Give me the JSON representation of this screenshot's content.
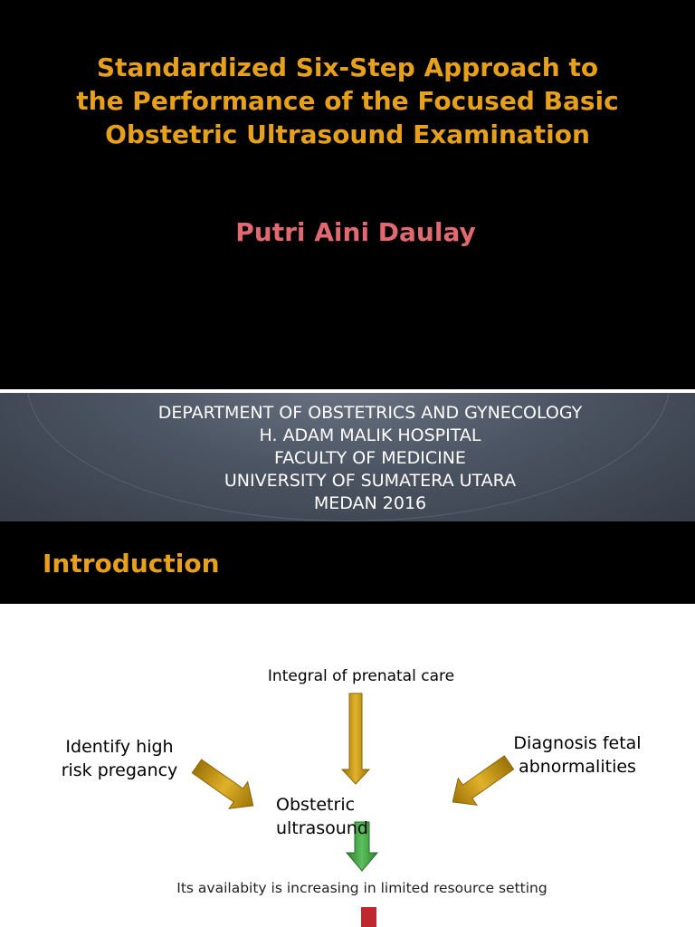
{
  "slide1": {
    "title": "Standardized Six-Step Approach to\nthe Performance of the Focused Basic\nObstetric Ultrasound Examination",
    "author": "Putri Aini Daulay",
    "department_lines": [
      "DEPARTMENT OF OBSTETRICS AND GYNECOLOGY",
      "H. ADAM MALIK HOSPITAL",
      "FACULTY OF MEDICINE",
      "UNIVERSITY OF SUMATERA UTARA",
      "MEDAN 2016"
    ]
  },
  "slide2": {
    "heading": "Introduction",
    "diagram": {
      "top": "Integral of prenatal care",
      "left": "Identify high\nrisk pregancy",
      "right": "Diagnosis fetal\nabnormalities",
      "center": "Obstetric\nultrasound",
      "bottom": "Its availabity is increasing in limited resource setting"
    }
  },
  "colors": {
    "title_gold": "#e6a019",
    "author_pink": "#e06a6f",
    "arrow_gold": "#c9960c",
    "arrow_green": "#3e9a3e",
    "arrow_red": "#c0282d"
  },
  "icons": [
    "arrow-down-icon",
    "arrow-diagonal-right-icon",
    "arrow-diagonal-left-icon",
    "arrow-down-green-icon",
    "arrow-red-icon"
  ]
}
